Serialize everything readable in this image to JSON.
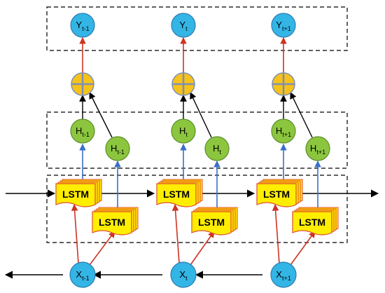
{
  "colors": {
    "input_node": "#33b5e5",
    "hidden_node": "#8cc63f",
    "output_node": "#33b5e5",
    "sum_node": "#f7c21a",
    "sum_cross": "#7d8fb3",
    "lstm_box": "#ffee00",
    "lstm_border": "#e04a2a",
    "arrow_red": "#cc3322",
    "arrow_blue": "#3a6fc8",
    "arrow_black": "#000000",
    "node_stroke": "#2f7bb0"
  },
  "labels": {
    "lstm": "LSTM"
  },
  "columns": [
    {
      "input": {
        "base": "X",
        "sub": "t-1"
      },
      "output": {
        "base": "Y",
        "sub": "t-1"
      },
      "hidden_forward": {
        "base": "H",
        "sub": "t-1"
      },
      "hidden_backward": {
        "base": "H",
        "sub": "t-1"
      }
    },
    {
      "input": {
        "base": "X",
        "sub": "t"
      },
      "output": {
        "base": "Y",
        "sub": "t"
      },
      "hidden_forward": {
        "base": "H",
        "sub": "t"
      },
      "hidden_backward": {
        "base": "H",
        "sub": "t"
      }
    },
    {
      "input": {
        "base": "X",
        "sub": "t+1"
      },
      "output": {
        "base": "Y",
        "sub": "t+1"
      },
      "hidden_forward": {
        "base": "H",
        "sub": "t+1"
      },
      "hidden_backward": {
        "base": "H",
        "sub": "t+1"
      }
    }
  ]
}
